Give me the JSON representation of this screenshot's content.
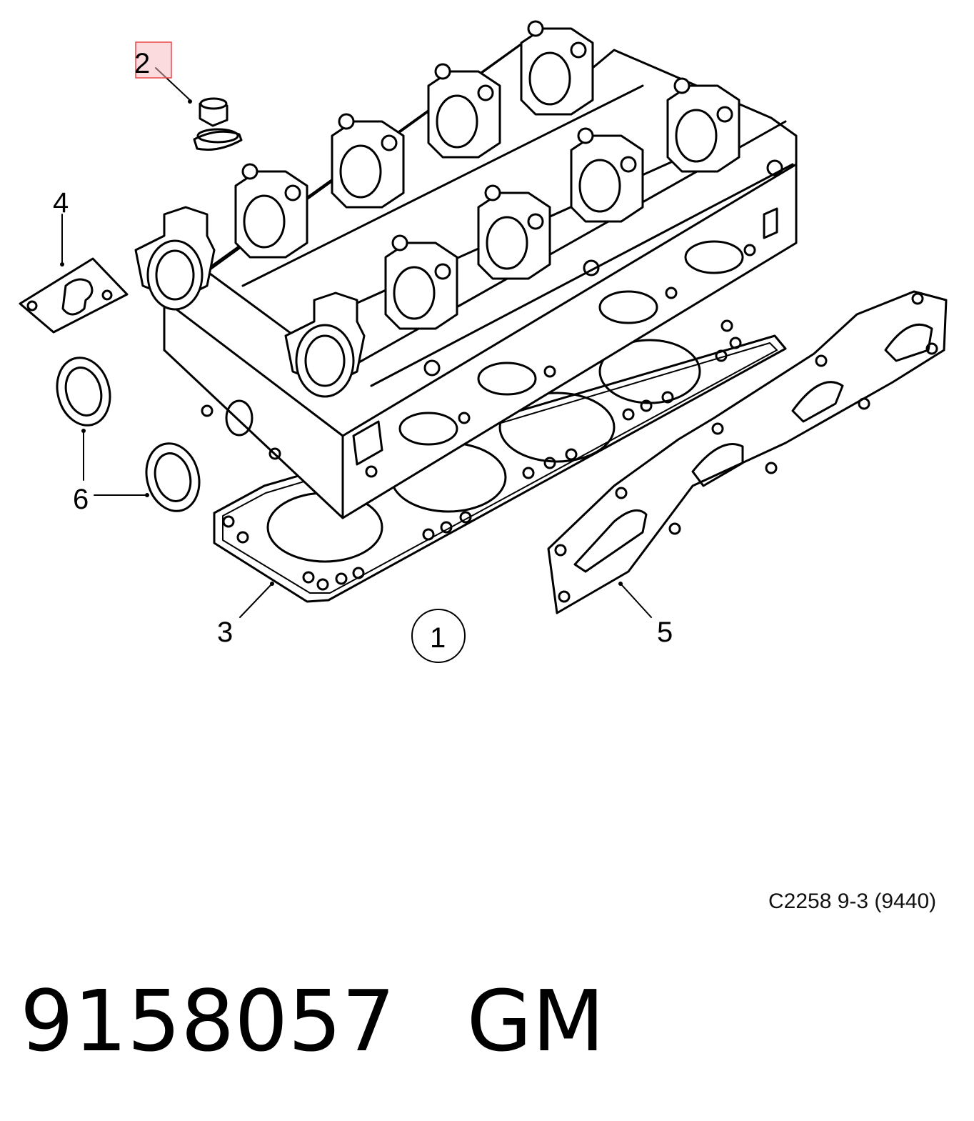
{
  "diagram": {
    "callouts": [
      {
        "id": "1",
        "label": "1",
        "style": "circled"
      },
      {
        "id": "2",
        "label": "2",
        "style": "highlighted"
      },
      {
        "id": "3",
        "label": "3"
      },
      {
        "id": "4",
        "label": "4"
      },
      {
        "id": "5",
        "label": "5"
      },
      {
        "id": "6",
        "label": "6"
      }
    ],
    "highlight_color": "#e8464c"
  },
  "reference": "C2258 9-3 (9440)",
  "part": {
    "number": "9158057",
    "brand": "GM"
  }
}
